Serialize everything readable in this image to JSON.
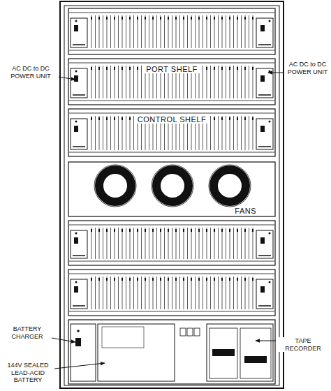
{
  "diagram": {
    "nodes": [
      {
        "text": [
          "PORT SHELF"
        ]
      },
      {
        "text": [
          "CONTROL SHELF"
        ]
      },
      {
        "text": [
          "FANS"
        ]
      }
    ],
    "labels": [
      "AC DC to DC POWER UNIT",
      "AC DC to DC POWER UNIT",
      "BATTERY CHARGER",
      "144V SEALED LEAD-ACID BATTERY",
      "TAPE RECORDER"
    ]
  }
}
